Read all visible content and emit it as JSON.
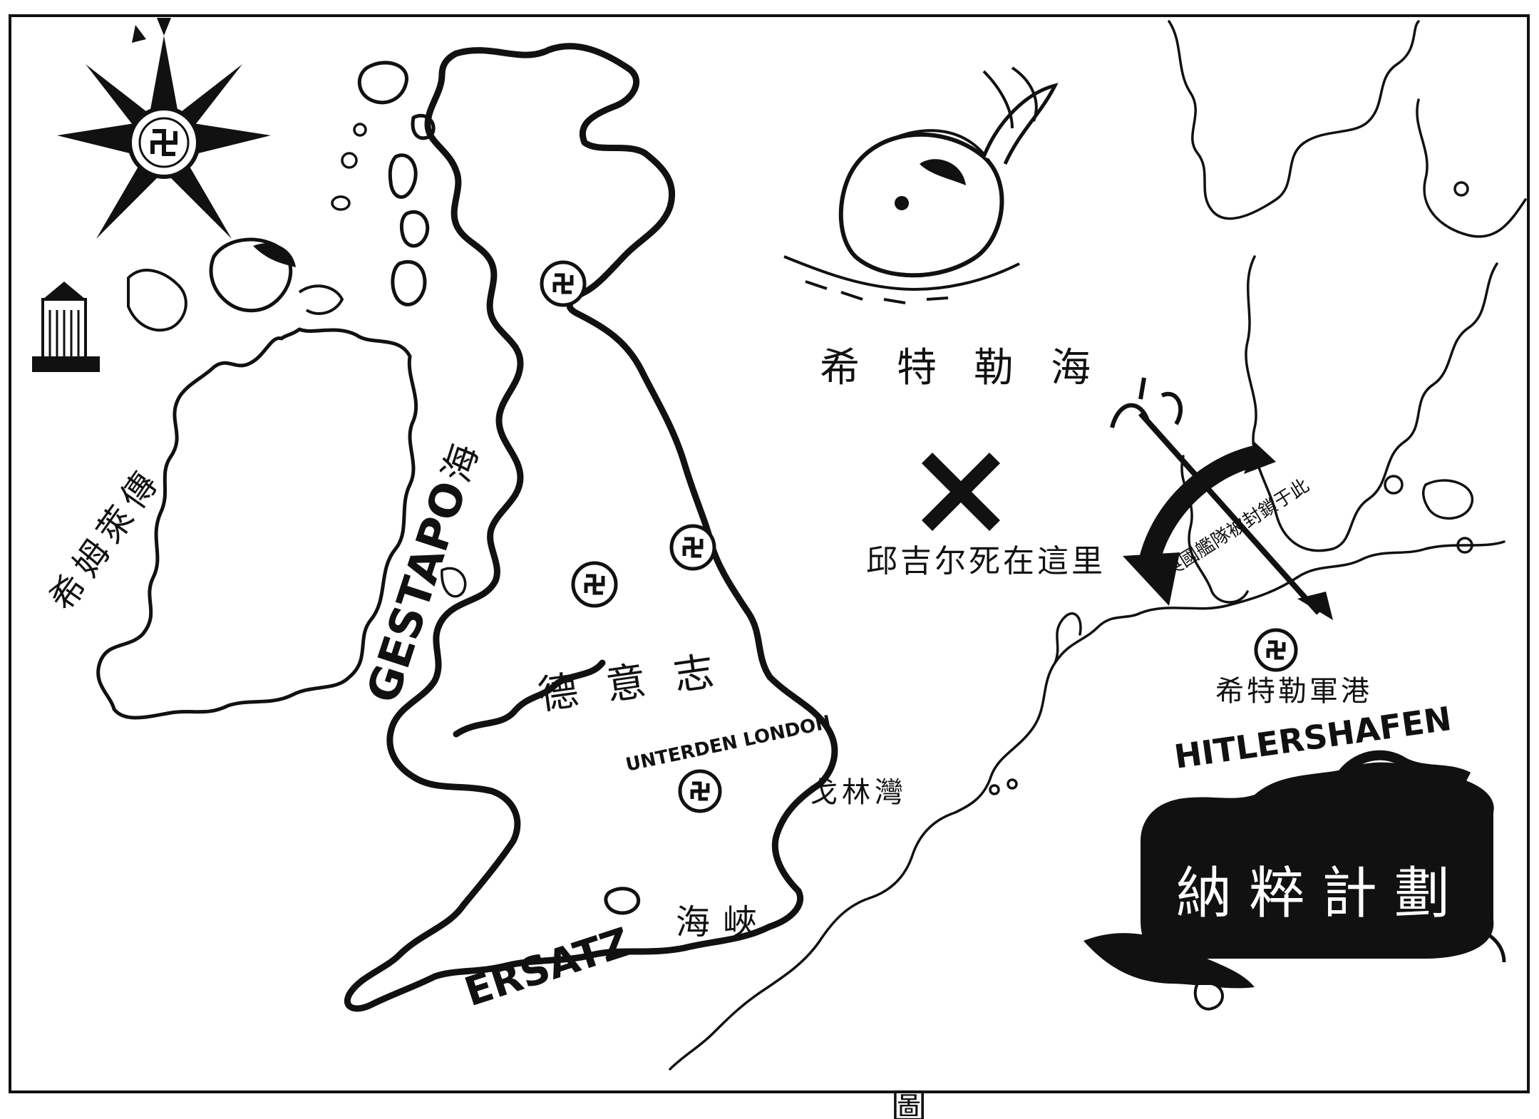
{
  "map": {
    "sea_north": "希特勒海",
    "sea_gestapo_latin": "GESTAPO",
    "sea_gestapo_cn": "海",
    "country_left": "希姆萊傳",
    "country_main": "德意志",
    "city_london": "UNTERDEN LONDON",
    "bay": "戈林灣",
    "strait_latin": "ERSATZ",
    "strait_cn": "海峽",
    "churchill_death": "邱吉尔死在這里",
    "trident_note": "英國艦隊被封鎖于此",
    "port_cn": "希特勒軍港",
    "port_latin": "HITLERSHAFEN",
    "banner": "納粹計劃",
    "caption_bottom": "圖"
  },
  "colors": {
    "ink": "#111111",
    "paper": "#ffffff",
    "banner_text": "#ffffff"
  }
}
